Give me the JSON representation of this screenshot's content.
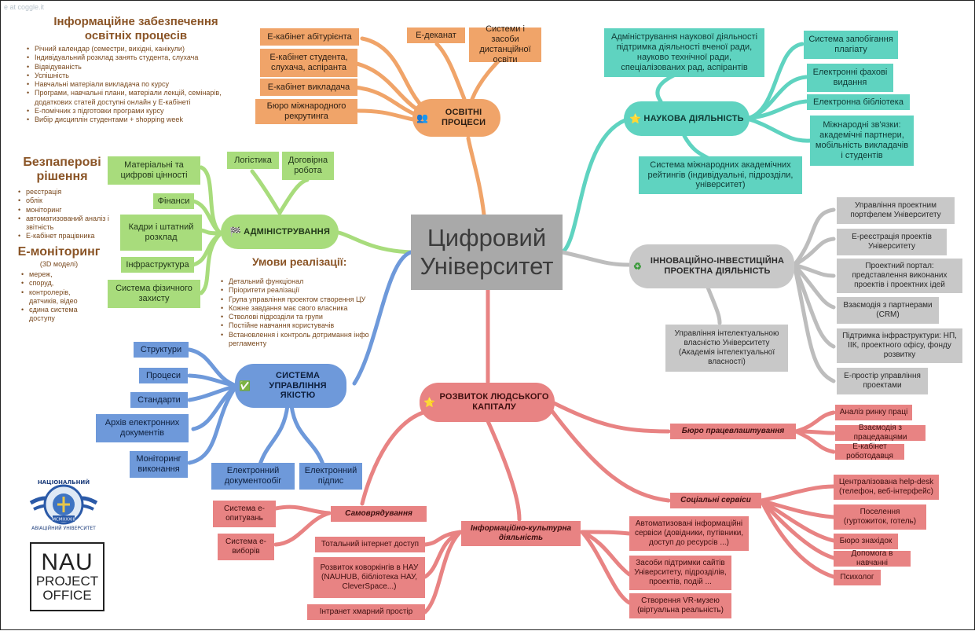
{
  "watermark": "e at coggle.it",
  "center": {
    "line1": "Цифровий",
    "line2": "Університет"
  },
  "education": {
    "hub": "ОСВІТНІ ПРОЦЕСИ",
    "left": [
      "Е-кабінет абітурієнта",
      "Е-кабінет студента, слухача, аспіранта",
      "Е-кабінет викладача",
      "Бюро міжнародного рекрутинга"
    ],
    "top": [
      "Е-деканат",
      "Системи і засоби дистанційної освіти"
    ]
  },
  "info": {
    "title": "Інформаційне забезпечення освітніх процесів",
    "items": [
      "Річний календар (семестри, вихідні, канікули)",
      "Індивідуальний розклад занять студента, слухача",
      "Відвідуваність",
      "Успішність",
      "Навчальні матеріали викладача по курсу",
      "Програми, навчальні плани, матеріали лекцій, семінарів, додаткових статей доступні онлайн у Е-кабінеті",
      "Е-помічник з підготовки програми курсу",
      "Вибір дисциплін студентами + shopping week"
    ]
  },
  "paperless": {
    "title": "Безпаперові рішення",
    "items": [
      "реєстрація",
      "облік",
      "моніторинг",
      "автоматизований аналіз і звітність",
      "Е-кабінет працівника"
    ]
  },
  "monitoring": {
    "title": "Е-моніторинг",
    "subtitle": "(3D моделі)",
    "items": [
      "мереж,",
      "споруд,",
      "контролерів, датчиків, відео",
      "єдина система доступу"
    ]
  },
  "admin": {
    "hub": "АДМІНІСТРУВАННЯ",
    "left": [
      "Матеріальні та цифрові цінності",
      "Фінанси",
      "Кадри і штатний розклад",
      "Інфраструктура",
      "Система фізичного захисту"
    ],
    "top": [
      "Логістика",
      "Договірна робота"
    ]
  },
  "conditions": {
    "title": "Умови реалізації:",
    "items": [
      "Детальний функціонал",
      "Пріоритети реалізації",
      "Група управління проектом створення ЦУ",
      "Кожне завдання має свого власника",
      "Стволові підрозділи та групи",
      "Постійне навчання користувачів",
      "Встановлення і контроль дотримання інфо регламенту"
    ]
  },
  "quality": {
    "hub": "СИСТЕМА УПРАВЛІННЯ ЯКІСТЮ",
    "left": [
      "Структури",
      "Процеси",
      "Стандарти",
      "Архів електронних документів",
      "Моніторинг виконання"
    ],
    "bottom": [
      "Електронний документообіг",
      "Електронний підпис"
    ]
  },
  "science": {
    "hub": "НАУКОВА ДІЯЛЬНІСТЬ",
    "left_top": "Адміністрування наукової діяльності підтримка діяльності вченої ради, науково технічної ради, спеціалізованих рад, аспірантів",
    "right": [
      "Система запобігання плагіату",
      "Електронні фахові видання",
      "Електронна бібліотека",
      "Міжнародні зв'язки: академічні партнери, мобільність викладачів і студентів"
    ],
    "bottom": "Система міжнародних академічних рейтингів (індивідуальні, підрозділи, університет)"
  },
  "innovation": {
    "hub": "ІННОВАЦІЙНО-ІНВЕСТИЦІЙНА ПРОЕКТНА ДІЯЛЬНІСТЬ",
    "right": [
      "Управління проектним портфелем Університету",
      "Е-реєстрація проектів Університету",
      "Проектний портал: представлення виконаних проектів і проектних ідей",
      "Взаємодія з партнерами (CRM)",
      "Підтримка інфраструктури: НП, ІІК, проектного офісу, фонду розвитку",
      "Е-простір управління проектами"
    ],
    "bottom": "Управління інтелектуальною власністю Університету (Академія інтелектуальної власності)"
  },
  "human": {
    "hub": "РОЗВИТОК ЛЮДСЬКОГО КАПІТАЛУ",
    "employment": {
      "label": "Бюро працевлаштування",
      "items": [
        "Аналіз ринку праці",
        "Взаємодія з працедавцями",
        "Е-кабінет роботодавця"
      ]
    },
    "social": {
      "label": "Соціальні сервіси",
      "items": [
        "Централізована help-desk (телефон, веб-інтерфейс)",
        "Поселення (гуртожиток, готель)",
        "Бюро знахідок",
        "Допомога в навчанні",
        "Психолог"
      ]
    },
    "selfgov": {
      "label": "Самоврядування",
      "items": [
        "Система е-опитувань",
        "Система е-виборів"
      ]
    },
    "cultural": {
      "label": "Інформаційно-культурна діяльність",
      "left": [
        "Тотальний інтернет доступ",
        "Розвиток коворкінгів в НАУ (NAUHUB, бібліотека НАУ, CleverSpace...)",
        "Інтранет хмарний простір"
      ],
      "right": [
        "Автоматизовані інформаційні сервіси (довідники, путівники, доступ до ресурсів ...)",
        "Засоби підтримки сайтів Університету, підрозділів, проектів, подій ...",
        "Створення VR-музею (віртуальна реальність)"
      ]
    }
  },
  "logos": {
    "badge_text": "НАЦІОНАЛЬНИЙ АВІАЦІЙНИЙ УНІВЕРСИТЕТ",
    "badge_year": "MCMXXXIII",
    "office_lines": [
      "NAU",
      "PROJECT",
      "OFFICE"
    ]
  },
  "colors": {
    "orange": "#f0a469",
    "teal": "#5fd3c0",
    "grey": "#c8c8c8",
    "green": "#a8dc7c",
    "blue": "#6e99da",
    "red": "#e88383"
  }
}
